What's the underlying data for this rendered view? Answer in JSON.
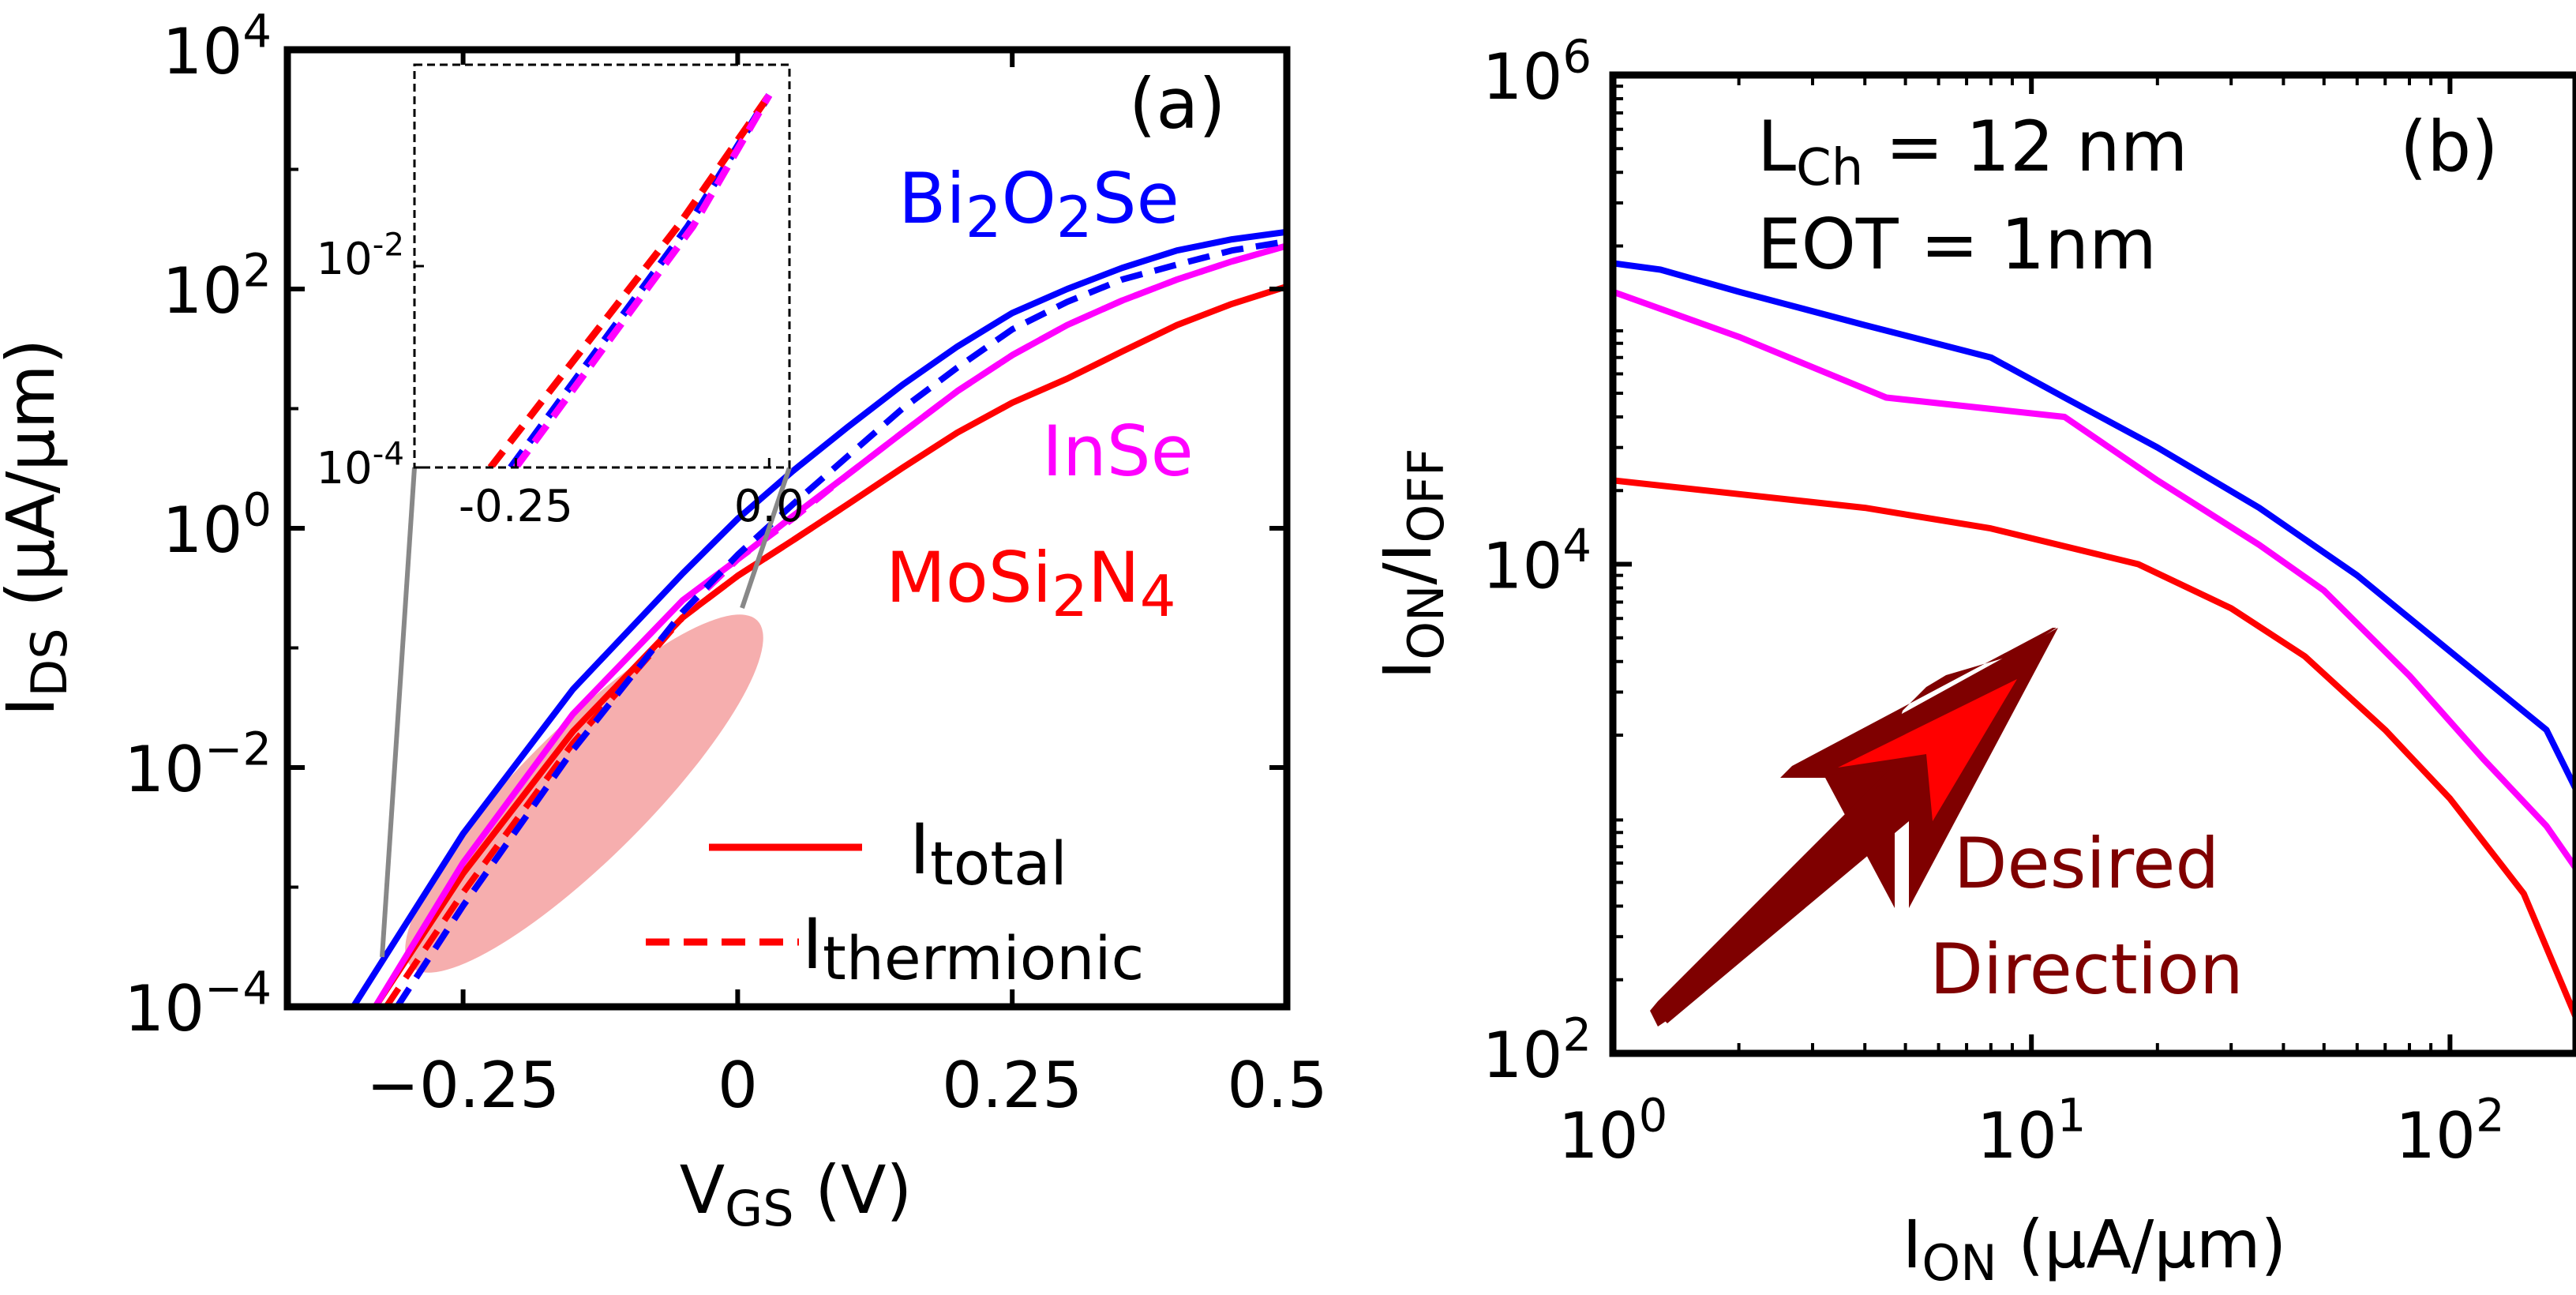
{
  "chart_data": [
    {
      "type": "line",
      "panel_label": "(a)",
      "xlabel": {
        "main": "V",
        "sub": "GS",
        "unit": " (V)"
      },
      "ylabel": {
        "main": "I",
        "sub": "DS",
        "unit": " (µA/µm)"
      },
      "xlim": [
        -0.41,
        0.5
      ],
      "ylim": [
        0.0001,
        10000.0
      ],
      "y_scale": "log",
      "x_ticks": [
        "−0.25",
        "0",
        "0.25",
        "0.5"
      ],
      "y_ticks": [
        {
          "base": "10",
          "exp": "−4"
        },
        {
          "base": "10",
          "exp": "−2"
        },
        {
          "base": "10",
          "exp": "0"
        },
        {
          "base": "10",
          "exp": "2"
        },
        {
          "base": "10",
          "exp": "4"
        }
      ],
      "series_labels": [
        {
          "parts": [
            [
              "Bi",
              ""
            ],
            [
              "2",
              "sub"
            ],
            [
              "O",
              ""
            ],
            [
              "2",
              "sub"
            ],
            [
              "Se",
              ""
            ]
          ],
          "color": "#0000ff"
        },
        {
          "parts": [
            [
              "InSe",
              ""
            ]
          ],
          "color": "#ff00ff"
        },
        {
          "parts": [
            [
              "MoSi",
              ""
            ],
            [
              "2",
              "sub"
            ],
            [
              "N",
              ""
            ],
            [
              "4",
              "sub"
            ]
          ],
          "color": "#ff0000"
        }
      ],
      "legend": {
        "placement": "bottom-right",
        "entries": [
          {
            "main": "I",
            "sub": "total",
            "style": "solid"
          },
          {
            "main": "I",
            "sub": "thermionic",
            "style": "dashed"
          }
        ]
      },
      "series": [
        {
          "material": "Bi2O2Se",
          "kind": "total",
          "color": "#0000ff",
          "style": "solid",
          "x": [
            -0.35,
            -0.25,
            -0.15,
            -0.05,
            0.0,
            0.05,
            0.1,
            0.15,
            0.2,
            0.25,
            0.3,
            0.35,
            0.4,
            0.45,
            0.5
          ],
          "y": [
            0.0001,
            0.0028,
            0.045,
            0.42,
            1.2,
            3.0,
            7.0,
            15.8,
            33,
            63,
            100,
            150,
            210,
            260,
            300
          ]
        },
        {
          "material": "Bi2O2Se",
          "kind": "thermionic",
          "color": "#0000ff",
          "style": "dashed",
          "x": [
            -0.31,
            -0.25,
            -0.15,
            -0.05,
            0.0,
            0.05,
            0.1,
            0.15,
            0.2,
            0.25,
            0.3,
            0.35,
            0.4,
            0.45,
            0.5
          ],
          "y": [
            0.0001,
            0.0007,
            0.014,
            0.2,
            0.6,
            1.58,
            3.98,
            10,
            22,
            46,
            78,
            120,
            160,
            210,
            250
          ]
        },
        {
          "material": "InSe",
          "kind": "total",
          "color": "#ff00ff",
          "style": "solid",
          "x": [
            -0.33,
            -0.25,
            -0.15,
            -0.05,
            0.0,
            0.05,
            0.1,
            0.15,
            0.2,
            0.25,
            0.3,
            0.35,
            0.4,
            0.45,
            0.5
          ],
          "y": [
            0.0001,
            0.0016,
            0.028,
            0.25,
            0.55,
            1.26,
            2.8,
            6.3,
            14,
            28,
            50,
            80,
            120,
            170,
            230
          ]
        },
        {
          "material": "InSe",
          "kind": "thermionic",
          "color": "#ff00ff",
          "style": "dashed",
          "x": [
            -0.31,
            -0.25,
            -0.15,
            -0.05,
            0.0,
            0.05,
            0.1,
            0.15,
            0.2,
            0.25,
            0.3,
            0.35,
            0.4,
            0.45,
            0.5
          ],
          "y": [
            0.0001,
            0.0007,
            0.014,
            0.2,
            0.55,
            1.2,
            2.8,
            6.3,
            14,
            28,
            50,
            80,
            120,
            170,
            230
          ]
        },
        {
          "material": "MoSi2N4",
          "kind": "total",
          "color": "#ff0000",
          "style": "solid",
          "x": [
            -0.33,
            -0.25,
            -0.15,
            -0.05,
            0.0,
            0.05,
            0.1,
            0.15,
            0.2,
            0.25,
            0.3,
            0.35,
            0.4,
            0.45,
            0.5
          ],
          "y": [
            0.0001,
            0.0013,
            0.02,
            0.18,
            0.4,
            0.79,
            1.58,
            3.2,
            6.3,
            11.2,
            17.8,
            30,
            50,
            75,
            105
          ]
        },
        {
          "material": "MoSi2N4",
          "kind": "thermionic",
          "color": "#ff0000",
          "style": "dashed",
          "x": [
            -0.32,
            -0.25,
            -0.15,
            -0.05,
            0.0,
            0.05,
            0.1
          ],
          "y": [
            0.0001,
            0.0009,
            0.016,
            0.18,
            0.4,
            0.79,
            1.58
          ]
        }
      ],
      "inset": {
        "xlim": [
          -0.35,
          0.02
        ],
        "ylim": [
          0.0001,
          1
        ],
        "x_ticks": [
          "-0.25",
          "0.0"
        ],
        "y_ticks": [
          {
            "base": "10",
            "exp": "-4"
          },
          {
            "base": "10",
            "exp": "-2"
          }
        ],
        "series": [
          {
            "color": "#0000ff",
            "style": "dashed",
            "x": [
              -0.255,
              -0.08,
              0.0
            ],
            "y": [
              0.0001,
              0.025,
              0.5
            ]
          },
          {
            "color": "#ff0000",
            "style": "dashed",
            "x": [
              -0.275,
              -0.09,
              0.0
            ],
            "y": [
              0.0001,
              0.025,
              0.5
            ]
          },
          {
            "color": "#ff00ff",
            "style": "dashed",
            "x": [
              -0.25,
              -0.075,
              0.0
            ],
            "y": [
              0.0001,
              0.025,
              0.5
            ]
          }
        ]
      }
    },
    {
      "type": "line",
      "panel_label": "(b)",
      "xlabel": {
        "main": "I",
        "sub": "ON",
        "unit": " (µA/µm)"
      },
      "ylabel": {
        "parts": [
          [
            "I",
            ""
          ],
          [
            "ON",
            "sub"
          ],
          [
            "/I",
            ""
          ],
          [
            "OFF",
            "sub"
          ]
        ]
      },
      "xlim": [
        1,
        200
      ],
      "ylim": [
        100,
        1000000
      ],
      "x_scale": "log",
      "y_scale": "log",
      "x_ticks": [
        {
          "base": "10",
          "exp": "0"
        },
        {
          "base": "10",
          "exp": "1"
        },
        {
          "base": "10",
          "exp": "2"
        }
      ],
      "y_ticks": [
        {
          "base": "10",
          "exp": "2"
        },
        {
          "base": "10",
          "exp": "4"
        },
        {
          "base": "10",
          "exp": "6"
        }
      ],
      "annotations": [
        {
          "parts": [
            [
              "L",
              ""
            ],
            [
              "Ch",
              "sub"
            ],
            [
              " = 12 nm",
              ""
            ]
          ]
        },
        {
          "parts": [
            [
              "EOT = 1nm",
              ""
            ]
          ]
        },
        {
          "parts": [
            [
              "Desired",
              ""
            ]
          ],
          "color": "#7f0000"
        },
        {
          "parts": [
            [
              "Direction",
              ""
            ]
          ],
          "color": "#7f0000"
        }
      ],
      "arrow": {
        "color": "#7f0000",
        "fill": "#ff0000"
      },
      "series": [
        {
          "material": "Bi2O2Se",
          "color": "#0000ff",
          "x": [
            1,
            1.3,
            2,
            4,
            8,
            12,
            20,
            35,
            60,
            100,
            170,
            200
          ],
          "y": [
            170000,
            160000,
            130000,
            95000,
            70000,
            48000,
            30000,
            17000,
            9000,
            4400,
            2100,
            1200
          ]
        },
        {
          "material": "InSe",
          "color": "#ff00ff",
          "x": [
            1,
            2,
            4.5,
            12,
            20,
            35,
            50,
            80,
            120,
            170,
            200
          ],
          "y": [
            130000,
            85000,
            48000,
            40000,
            22000,
            12000,
            7800,
            3500,
            1600,
            850,
            570
          ]
        },
        {
          "material": "MoSi2N4",
          "color": "#ff0000",
          "x": [
            1,
            4,
            8,
            18,
            30,
            45,
            70,
            100,
            150,
            200
          ],
          "y": [
            22000,
            17000,
            14000,
            10000,
            6600,
            4200,
            2100,
            1100,
            450,
            140
          ]
        }
      ]
    }
  ]
}
